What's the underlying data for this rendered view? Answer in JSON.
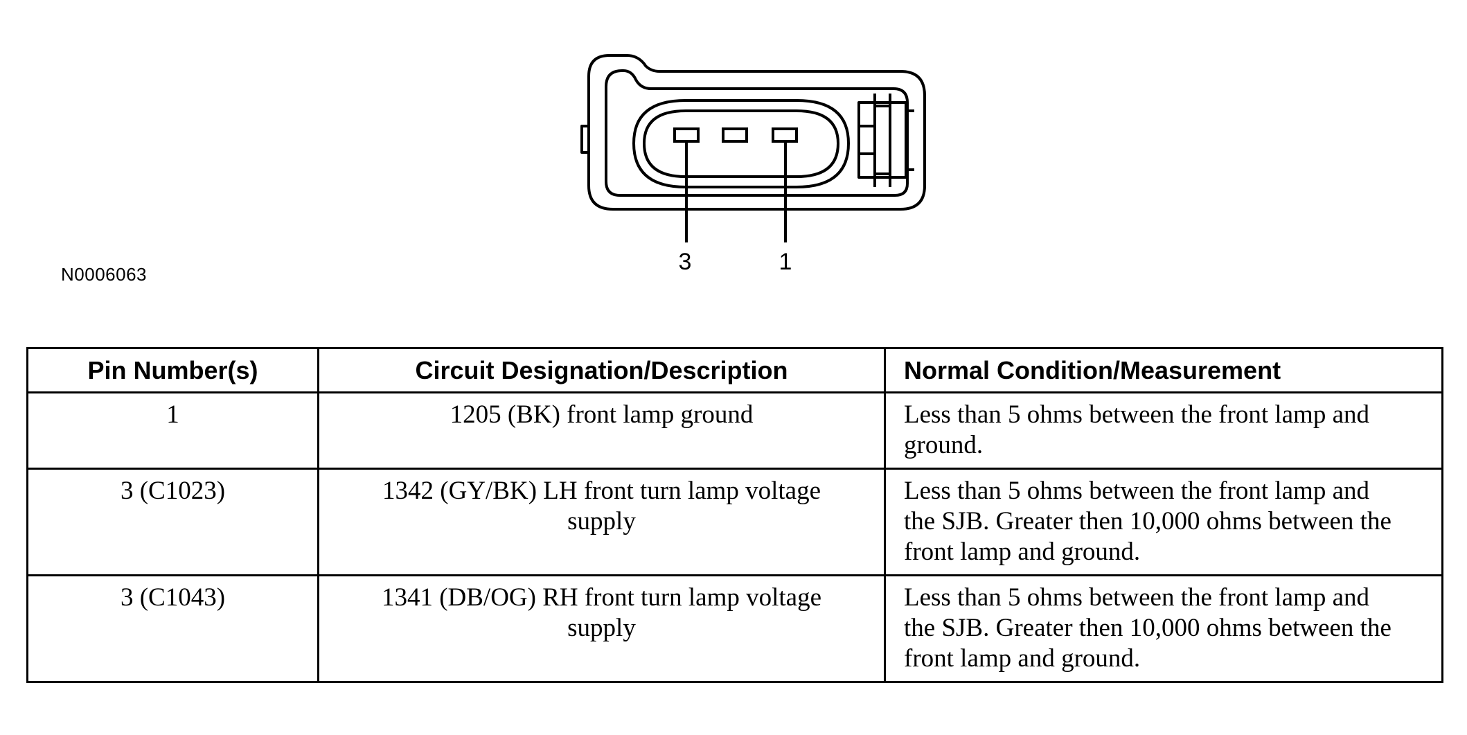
{
  "figure": {
    "id": "N0006063",
    "pin_labels": [
      "3",
      "1"
    ]
  },
  "table": {
    "headers": [
      "Pin Number(s)",
      "Circuit Designation/Description",
      "Normal Condition/Measurement"
    ],
    "rows": [
      {
        "pin": "1",
        "circuit": "1205 (BK) front lamp ground",
        "condition": "Less than 5 ohms between the front lamp and ground."
      },
      {
        "pin": "3 (C1023)",
        "circuit": "1342 (GY/BK) LH front turn lamp voltage supply",
        "condition": "Less than 5 ohms between the front lamp and the SJB. Greater then 10,000 ohms between the front lamp and ground."
      },
      {
        "pin": "3 (C1043)",
        "circuit": "1341 (DB/OG) RH front turn lamp voltage supply",
        "condition": "Less than 5 ohms between the front lamp and the SJB. Greater then 10,000 ohms between the front lamp and ground."
      }
    ]
  }
}
